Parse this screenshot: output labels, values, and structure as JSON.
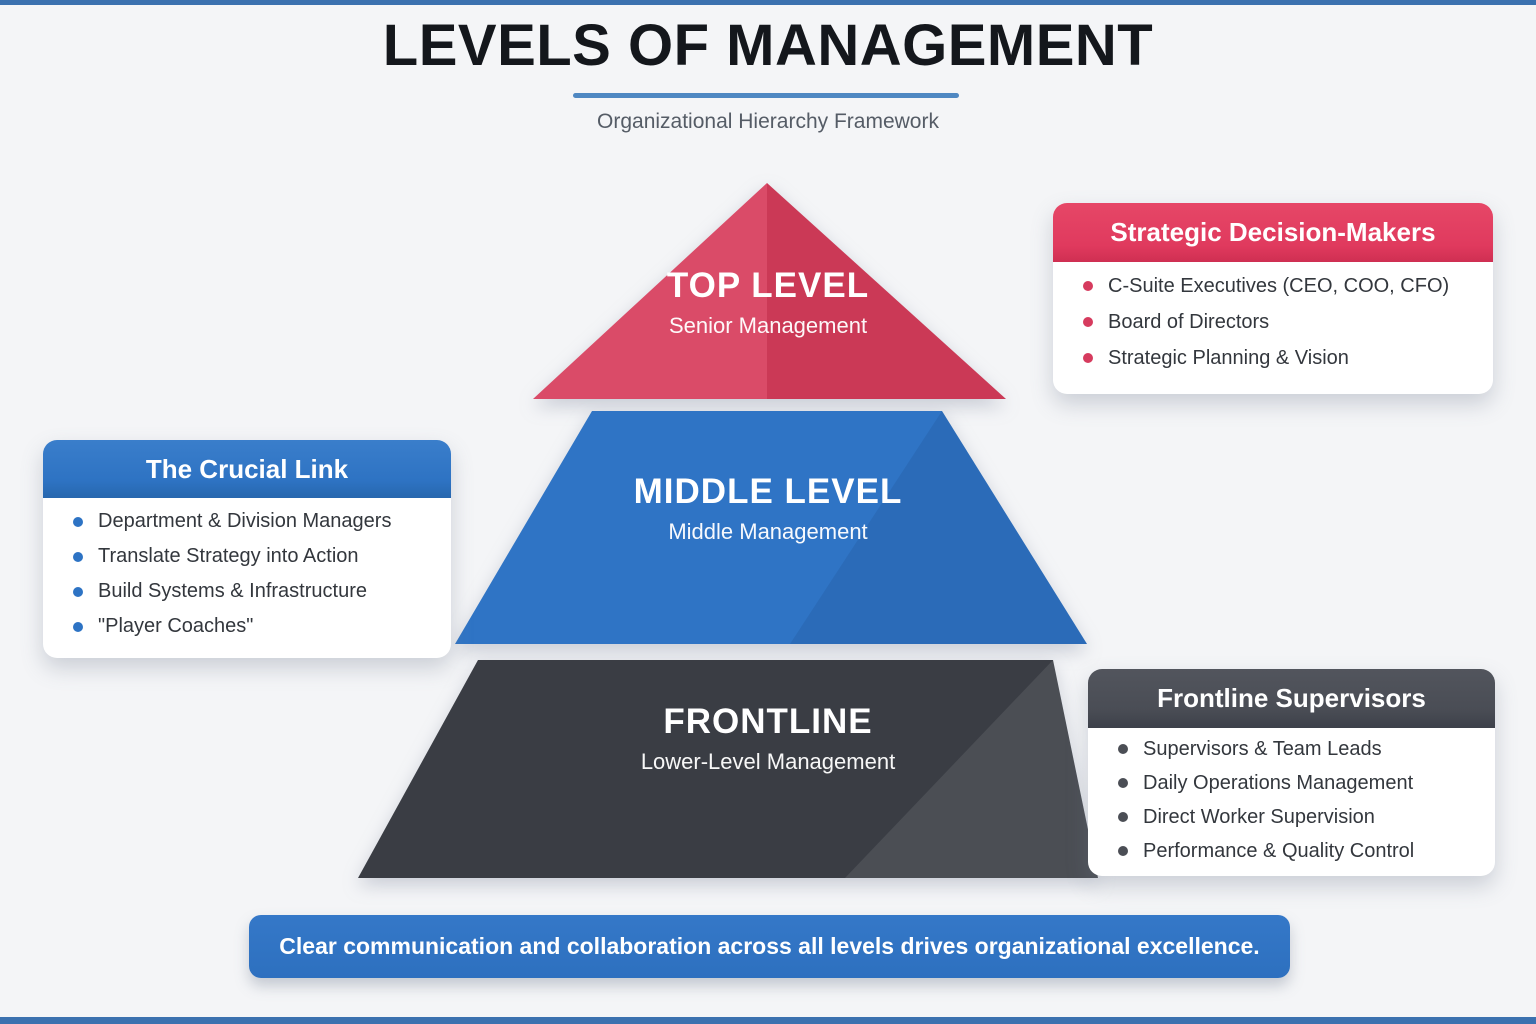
{
  "header": {
    "title": "LEVELS OF MANAGEMENT",
    "subtitle": "Organizational Hierarchy Framework"
  },
  "pyramid": {
    "levels": [
      {
        "label": "TOP LEVEL",
        "sublabel": "Senior Management",
        "color": "#d64360"
      },
      {
        "label": "MIDDLE LEVEL",
        "sublabel": "Middle Management",
        "color": "#2f74c5"
      },
      {
        "label": "FRONTLINE",
        "sublabel": "Lower-Level Management",
        "color": "#3a3d44"
      }
    ]
  },
  "cards": [
    {
      "title": "Strategic Decision-Makers",
      "accent": "#e03a5e",
      "items": [
        "C-Suite Executives (CEO, COO, CFO)",
        "Board of Directors",
        "Strategic Planning & Vision"
      ]
    },
    {
      "title": "The Crucial Link",
      "accent": "#2e73c3",
      "items": [
        "Department & Division Managers",
        "Translate Strategy into Action",
        "Build Systems & Infrastructure",
        "\"Player Coaches\""
      ]
    },
    {
      "title": "Frontline Supervisors",
      "accent": "#4a4d55",
      "items": [
        "Supervisors & Team Leads",
        "Daily Operations Management",
        "Direct Worker Supervision",
        "Performance & Quality Control"
      ]
    }
  ],
  "banner": {
    "text": "Clear communication and collaboration across all levels drives organizational excellence."
  },
  "colors": {
    "background": "#f4f5f7",
    "edge_bar_blue": "#3b71af",
    "title_underline_blue": "#4f88c2",
    "pyramid_red_light": "#da4b68",
    "pyramid_red_dark": "#cb3956",
    "pyramid_blue": "#2f74c5",
    "pyramid_dark": "#3a3d44",
    "banner_blue": "#3174c4"
  }
}
